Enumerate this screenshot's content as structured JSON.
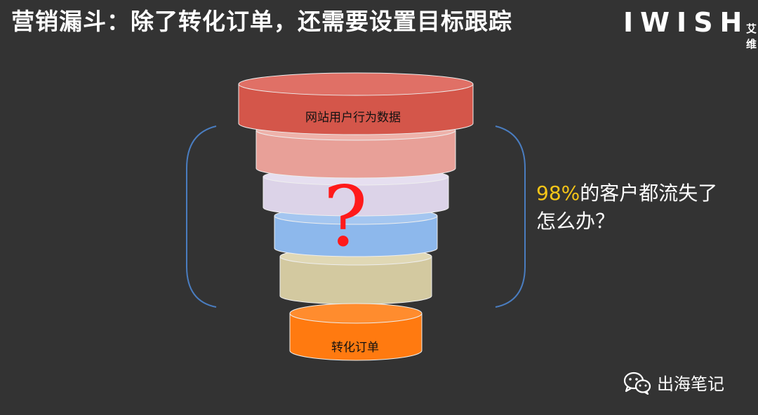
{
  "header": {
    "title": "营销漏斗：除了转化订单，还需要设置目标跟踪",
    "logo_text": "IWISH",
    "logo_sub_1": "艾",
    "logo_sub_2": "维"
  },
  "funnel": {
    "top_label": "网站用户行为数据",
    "bottom_label": "转化订单",
    "question_mark": "?",
    "layer_colors": [
      "#d4564a",
      "#e8a098",
      "#dcd3e8",
      "#8db8ec",
      "#d3c9a0",
      "#ff7a10"
    ]
  },
  "callout": {
    "percent": "98%",
    "line1_rest": "的客户都流失了",
    "line2": "怎么办？"
  },
  "watermark": {
    "text": "出海笔记",
    "icon": "wechat-icon"
  }
}
